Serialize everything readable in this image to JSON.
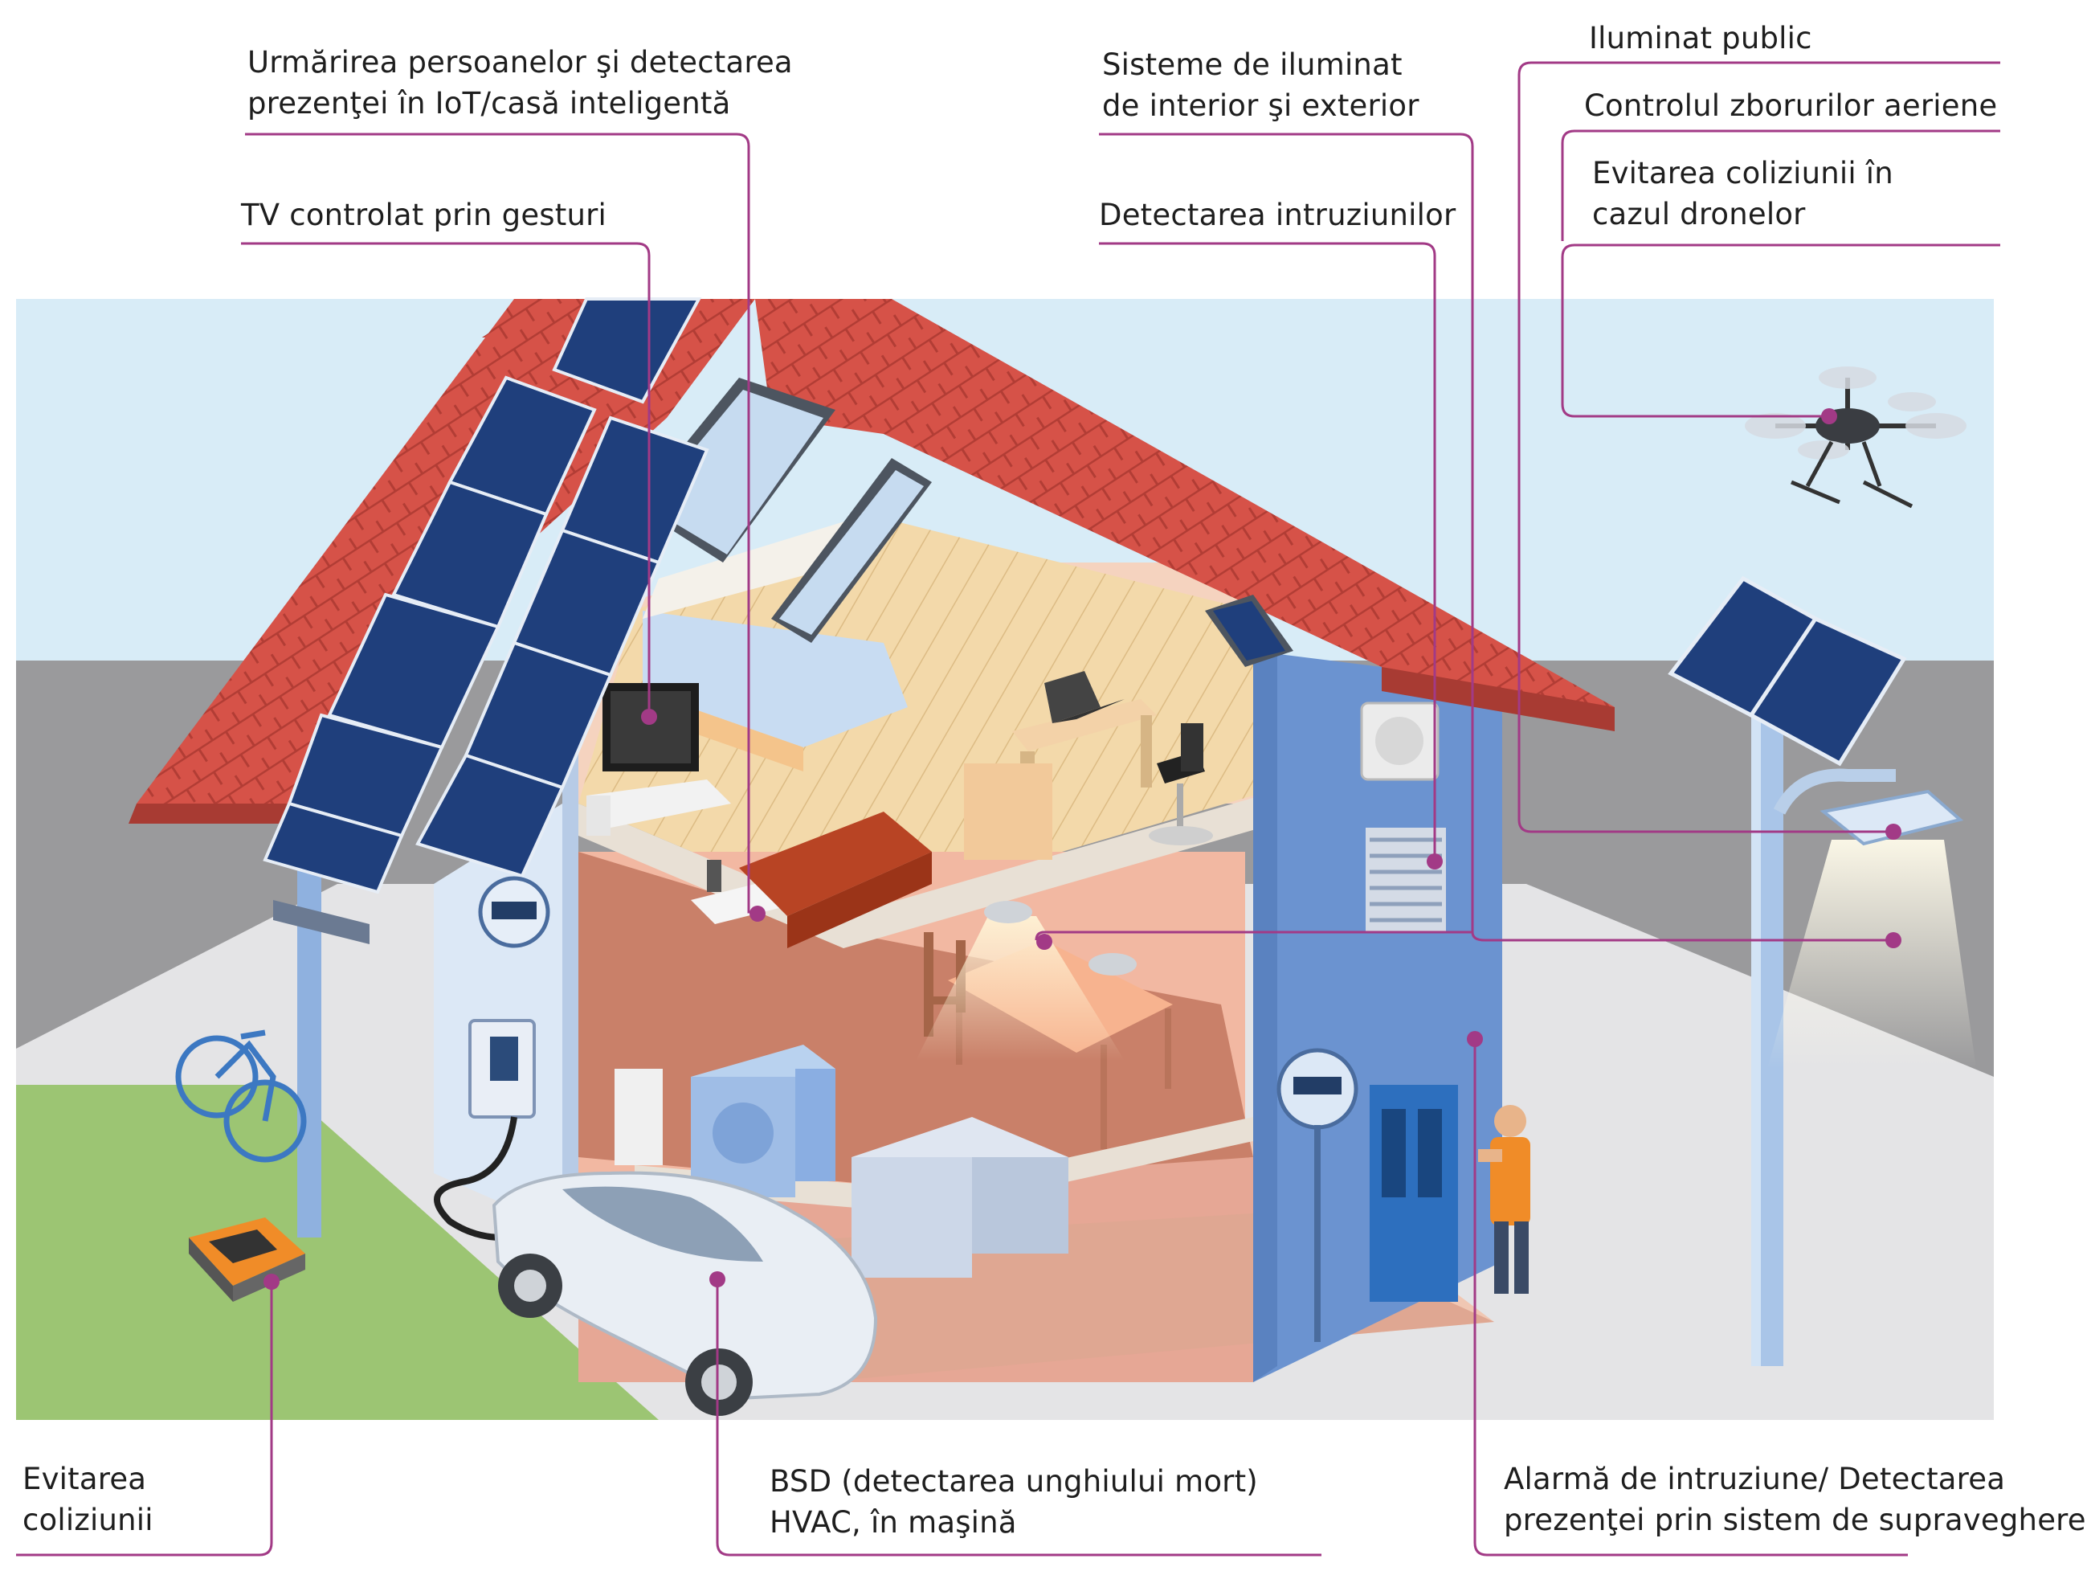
{
  "labels": {
    "tracking": {
      "line1": "Urmărirea persoanelor şi detectarea",
      "line2": "prezenţei în IoT/casă inteligentă"
    },
    "tv": "TV controlat prin gesturi",
    "lighting": {
      "line1": "Sisteme de iluminat",
      "line2": "de interior şi exterior"
    },
    "intrusion": "Detectarea intruziunilor",
    "public_lighting": "Iluminat public",
    "air_traffic": "Controlul zborurilor aeriene",
    "drones": {
      "line1": "Evitarea coliziunii în",
      "line2": "cazul dronelor"
    },
    "collision": {
      "line1": "Evitarea",
      "line2": "coliziunii"
    },
    "bsd": {
      "line1": "BSD (detectarea unghiului mort)",
      "line2": "HVAC, în maşină"
    },
    "alarm": {
      "line1": "Alarmă de intruziune/ Detectarea",
      "line2": "prezenţei prin sistem de supraveghere"
    }
  },
  "colors": {
    "callout": "#a23a86",
    "sky": "#d8ecf7",
    "ground": "#9a9a9c",
    "lawn": "#9cc573",
    "roof": "#d65248",
    "wall_blue": "#6b93d0",
    "solar": "#1f3f7c",
    "floor": "#c98069"
  },
  "icons": [
    "solar-panel-icon",
    "drone-icon",
    "street-lamp-icon",
    "car-icon",
    "robot-mower-icon",
    "bicycle-icon",
    "person-icon",
    "tv-icon",
    "laptop-icon"
  ]
}
